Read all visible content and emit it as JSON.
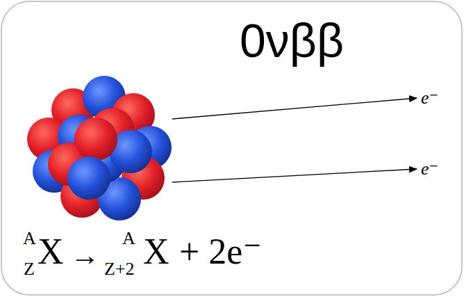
{
  "diagram": {
    "title": "0νββ",
    "labels": [
      "e⁻",
      "e⁻",
      "A",
      "Z",
      "X",
      "→",
      "A",
      "Z+2",
      "X",
      "+ 2e⁻"
    ]
  }
}
